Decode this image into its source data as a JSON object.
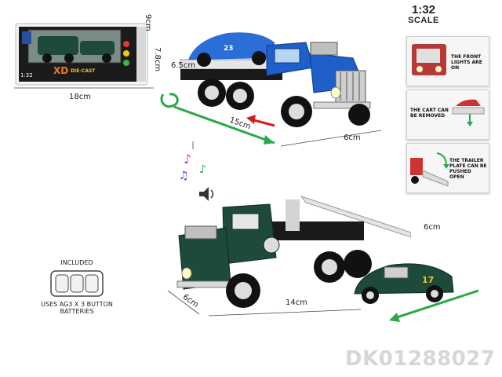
{
  "scale": {
    "number": "1:32",
    "word": "SCALE"
  },
  "package": {
    "width_label": "18cm",
    "height_label": "7.8cm",
    "depth_label": "9cm",
    "badge": "1:32"
  },
  "blue_truck_dims": {
    "height": "6.5cm",
    "length": "15cm",
    "width": "6cm"
  },
  "green_truck_dims": {
    "height": "6cm",
    "length": "14cm",
    "width": "6cm"
  },
  "feature_panels": [
    {
      "text": "THE FRONT LIGHTS ARE ON"
    },
    {
      "text": "THE CART CAN BE REMOVED"
    },
    {
      "text": "THE TRAILER PLATE CAN BE PUSHED OPEN"
    }
  ],
  "battery": {
    "title": "INCLUDED",
    "caption": "USES AG3 X 3 BUTTON BATTERIES"
  },
  "sku": "DK01288027",
  "colors": {
    "blue_truck": "#1f5fc9",
    "green_truck": "#1e4a3a",
    "arrow_green": "#2aa84a",
    "arrow_red": "#d21e1e",
    "sku_gray": "#d6d6d6"
  }
}
